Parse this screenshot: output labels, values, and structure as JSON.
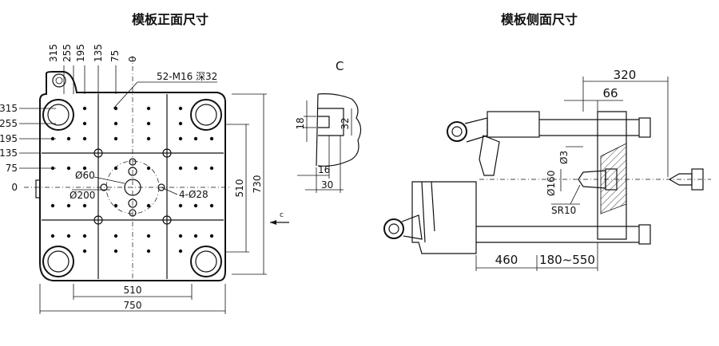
{
  "titles": {
    "front": "模板正面尺寸",
    "side": "模板侧面尺寸"
  },
  "front": {
    "top_labels": [
      "315",
      "255",
      "195",
      "135",
      "75",
      "0"
    ],
    "left_labels": [
      "315",
      "255",
      "195",
      "135",
      "75",
      "0"
    ],
    "tap_callout": "52-M16 深32",
    "phi60": "Ø60",
    "phi200": "Ø200",
    "holes_callout": "4-Ø28",
    "dim_510_horizontal": "510",
    "dim_750": "750",
    "dim_510_vertical": "510",
    "dim_730": "730"
  },
  "detail": {
    "label": "C",
    "dim_18": "18",
    "dim_32": "32",
    "dim_16": "16",
    "dim_30": "30",
    "arrow_label": "c"
  },
  "side": {
    "dim_320": "320",
    "dim_66": "66",
    "phi3": "Ø3",
    "phi160": "Ø160",
    "sr10": "SR10",
    "dim_460": "460",
    "dim_stroke": "180~550"
  }
}
